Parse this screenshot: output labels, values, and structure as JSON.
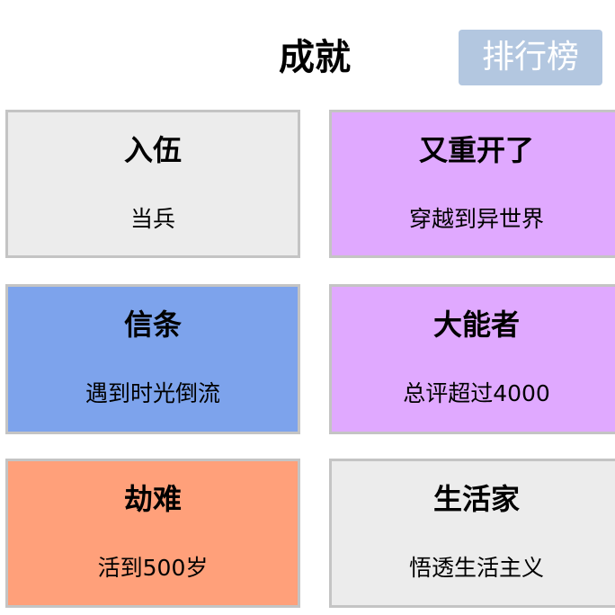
{
  "header": {
    "title": "成就",
    "rank_button_label": "排行榜"
  },
  "achievements": [
    {
      "title": "入伍",
      "description": "当兵",
      "color": "#ececec"
    },
    {
      "title": "又重开了",
      "description": "穿越到异世界",
      "color": "#e0a9ff"
    },
    {
      "title": "信条",
      "description": "遇到时光倒流",
      "color": "#7da3ec"
    },
    {
      "title": "大能者",
      "description": "总评超过4000",
      "color": "#e0a9ff"
    },
    {
      "title": "劫难",
      "description": "活到500岁",
      "color": "#ffa07a"
    },
    {
      "title": "生活家",
      "description": "悟透生活主义",
      "color": "#ececec"
    }
  ]
}
